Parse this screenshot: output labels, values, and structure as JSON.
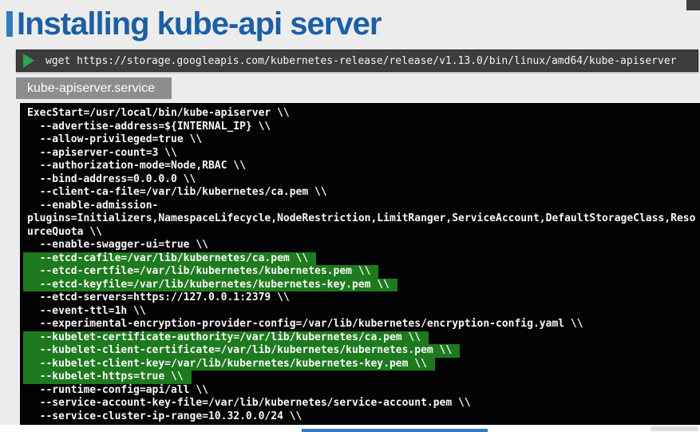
{
  "slide": {
    "title": "Installing kube-api server",
    "title_color": "#1b5fa6",
    "accent_color": "#2d7cc4"
  },
  "command_bar": {
    "icon": "play-icon",
    "icon_color": "#2ea44f",
    "bg_color": "#3d3d3d",
    "command": "wget https://storage.googleapis.com/kubernetes-release/release/v1.13.0/bin/linux/amd64/kube-apiserver"
  },
  "file_label": {
    "text": "kube-apiserver.service",
    "bg_color": "#8d8d8d"
  },
  "terminal": {
    "bg_color": "#030303",
    "text_color": "#f8f8f8",
    "highlight_color": "#1e7a1e",
    "lines": [
      {
        "text": "ExecStart=/usr/local/bin/kube-apiserver \\\\",
        "hl": false
      },
      {
        "text": "  --advertise-address=${INTERNAL_IP} \\\\",
        "hl": false
      },
      {
        "text": "  --allow-privileged=true \\\\",
        "hl": false
      },
      {
        "text": "  --apiserver-count=3 \\\\",
        "hl": false
      },
      {
        "text": "  --authorization-mode=Node,RBAC \\\\",
        "hl": false
      },
      {
        "text": "  --bind-address=0.0.0.0 \\\\",
        "hl": false
      },
      {
        "text": "  --client-ca-file=/var/lib/kubernetes/ca.pem \\\\",
        "hl": false
      },
      {
        "text": "  --enable-admission-",
        "hl": false
      },
      {
        "text": "plugins=Initializers,NamespaceLifecycle,NodeRestriction,LimitRanger,ServiceAccount,DefaultStorageClass,Reso",
        "hl": false
      },
      {
        "text": "urceQuota \\\\",
        "hl": false
      },
      {
        "text": "  --enable-swagger-ui=true \\\\",
        "hl": false
      },
      {
        "text": "  --etcd-cafile=/var/lib/kubernetes/ca.pem \\\\",
        "hl": true
      },
      {
        "text": "  --etcd-certfile=/var/lib/kubernetes/kubernetes.pem \\\\",
        "hl": true
      },
      {
        "text": "  --etcd-keyfile=/var/lib/kubernetes/kubernetes-key.pem \\\\",
        "hl": true
      },
      {
        "text": "  --etcd-servers=https://127.0.0.1:2379 \\\\",
        "hl": false
      },
      {
        "text": "  --event-ttl=1h \\\\",
        "hl": false
      },
      {
        "text": "  --experimental-encryption-provider-config=/var/lib/kubernetes/encryption-config.yaml \\\\",
        "hl": false
      },
      {
        "text": "  --kubelet-certificate-authority=/var/lib/kubernetes/ca.pem \\\\",
        "hl": true
      },
      {
        "text": "  --kubelet-client-certificate=/var/lib/kubernetes/kubernetes.pem \\\\",
        "hl": true
      },
      {
        "text": "  --kubelet-client-key=/var/lib/kubernetes/kubernetes-key.pem \\\\",
        "hl": true
      },
      {
        "text": "  --kubelet-https=true \\\\",
        "hl": true
      },
      {
        "text": "  --runtime-config=api/all \\\\",
        "hl": false
      },
      {
        "text": "  --service-account-key-file=/var/lib/kubernetes/service-account.pem \\\\",
        "hl": false
      },
      {
        "text": "  --service-cluster-ip-range=10.32.0.0/24 \\\\",
        "hl": false
      }
    ]
  },
  "footer": {
    "bar_color": "#2e7bbf"
  }
}
